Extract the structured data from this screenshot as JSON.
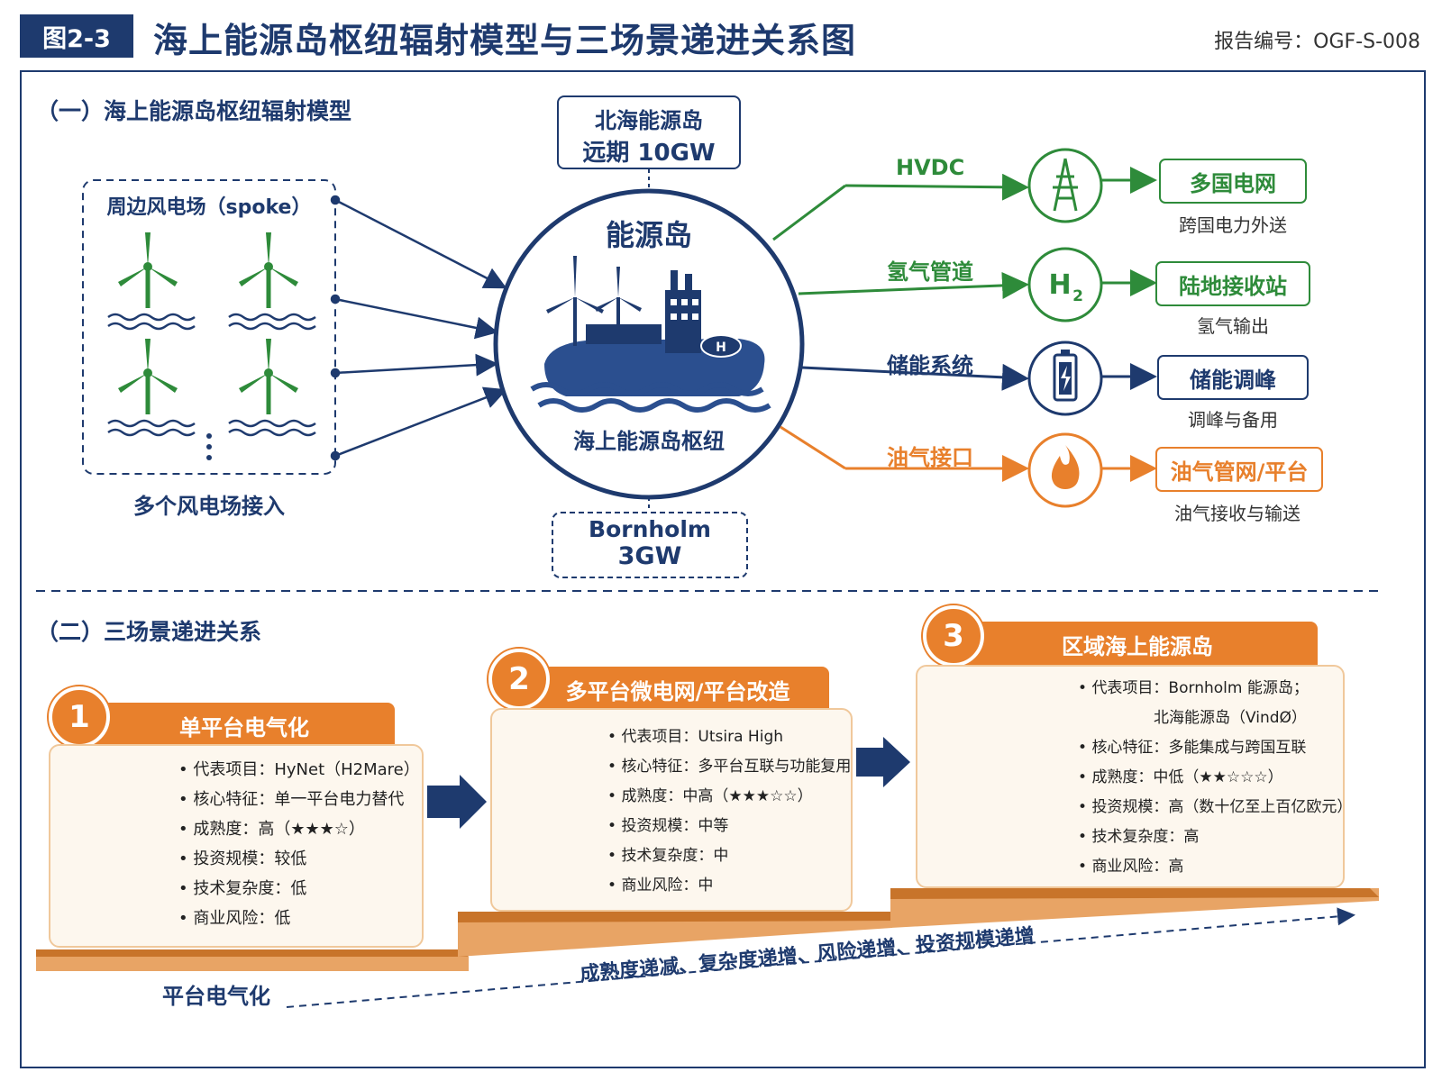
{
  "header": {
    "figure_badge": "图2-3",
    "title": "海上能源岛枢纽辐射模型与三场景递进关系图",
    "report_no": "报告编号：OGF-S-008"
  },
  "section1": {
    "title": "（一）海上能源岛枢纽辐射模型",
    "wind_group_label": "周边风电场（spoke）",
    "wind_group_caption": "多个风电场接入",
    "hub_title": "能源岛",
    "hub_caption": "海上能源岛枢纽",
    "top_note": {
      "line1": "北海能源岛",
      "line2": "远期 10GW"
    },
    "bottom_note": {
      "line1": "Bornholm",
      "line2": "3GW"
    },
    "outputs": [
      {
        "channel": "HVDC",
        "icon": "transmission-tower-icon",
        "target": "多国电网",
        "desc": "跨国电力外送",
        "color": "#2e8b3a"
      },
      {
        "channel": "氢气管道",
        "icon": "H2",
        "target": "陆地接收站",
        "desc": "氢气输出",
        "color": "#2e8b3a"
      },
      {
        "channel": "储能系统",
        "icon": "battery-icon",
        "target": "储能调峰",
        "desc": "调峰与备用",
        "color": "#1e3a6e"
      },
      {
        "channel": "油气接口",
        "icon": "flame-icon",
        "target": "油气管网/平台",
        "desc": "油气接收与输送",
        "color": "#e8802c"
      }
    ]
  },
  "section2": {
    "title": "（二）三场景递进关系",
    "stages": [
      {
        "num": "1",
        "title": "单平台电气化",
        "items": [
          "代表项目：HyNet（H2Mare）",
          "核心特征：单一平台电力替代",
          "成熟度：高（★★★☆）",
          "投资规模：较低",
          "技术复杂度：低",
          "商业风险：低"
        ]
      },
      {
        "num": "2",
        "title": "多平台微电网/平台改造",
        "items": [
          "代表项目：Utsira High",
          "核心特征：多平台互联与功能复用",
          "成熟度：中高（★★★☆☆）",
          "投资规模：中等",
          "技术复杂度：中",
          "商业风险：中"
        ]
      },
      {
        "num": "3",
        "title": "区域海上能源岛",
        "items": [
          "代表项目：Bornholm 能源岛；",
          "北海能源岛（VindØ）",
          "核心特征：多能集成与跨国互联",
          "成熟度：中低（★★☆☆☆）",
          "投资规模：高（数十亿至上百亿欧元）",
          "技术复杂度：高",
          "商业风险：高"
        ]
      }
    ],
    "bottom_label": "平台电气化",
    "trend_label": "成熟度递减、复杂度递增、风险递增、投资规模递增"
  },
  "colors": {
    "navy": "#1e3a6e",
    "green": "#2e8b3a",
    "orange": "#e8802c"
  }
}
